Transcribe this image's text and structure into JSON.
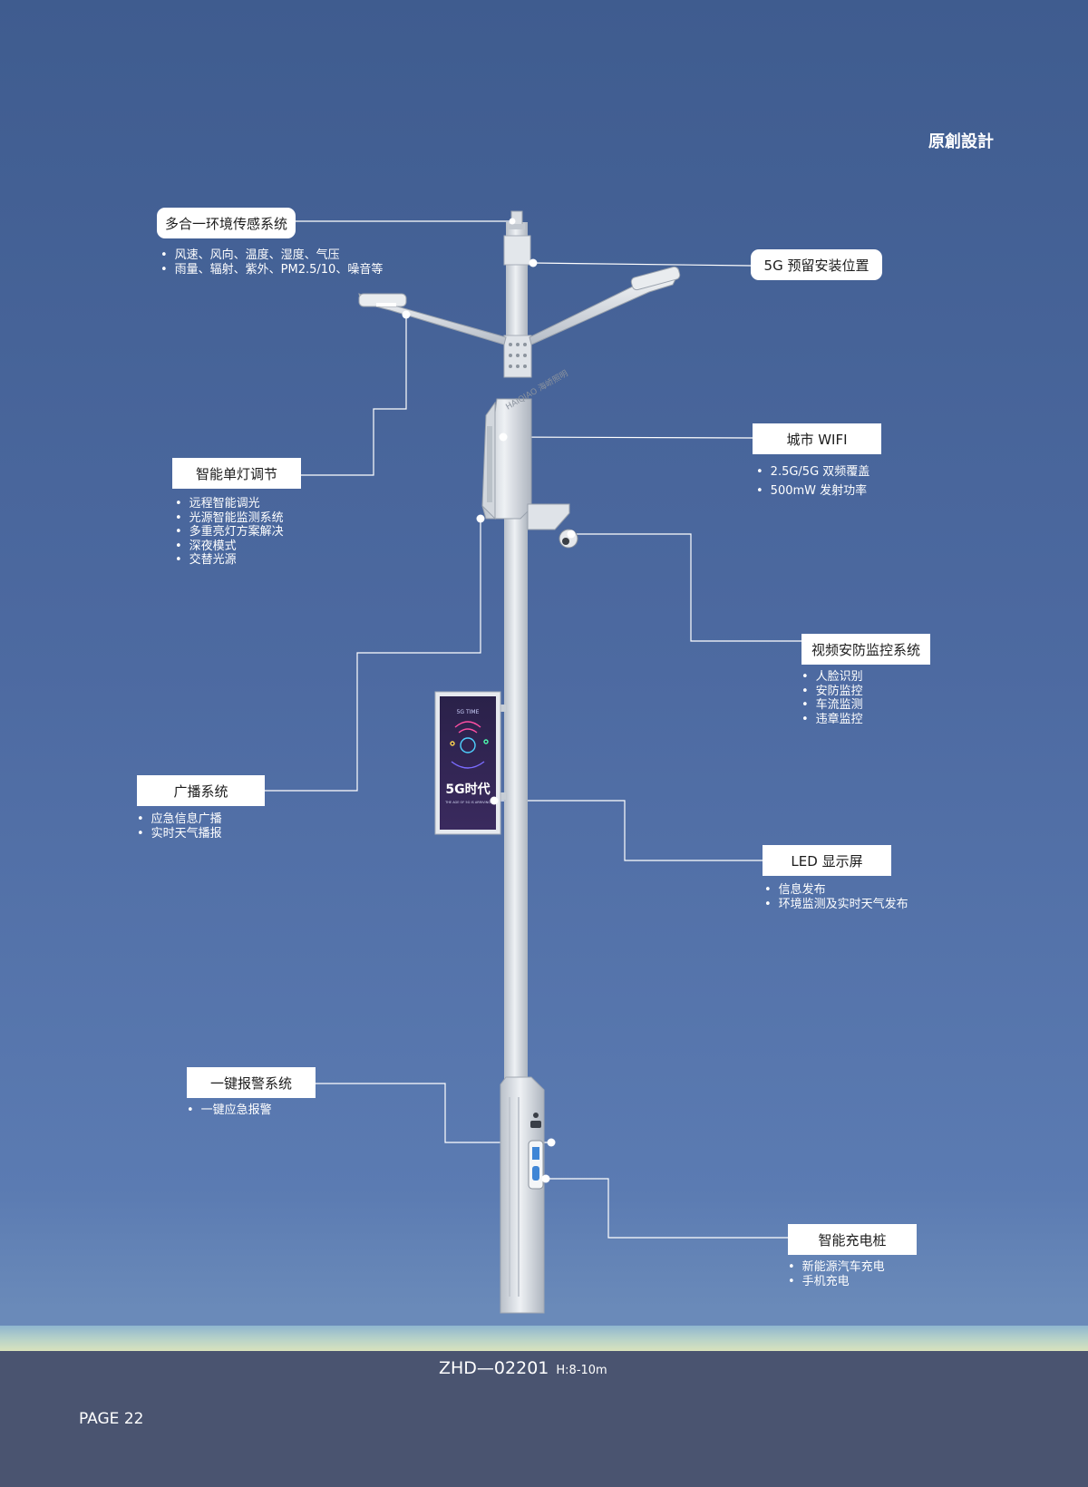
{
  "header": {
    "corner_label": "原創設計"
  },
  "callouts": {
    "env_sensor": {
      "title": "多合一环境传感系统",
      "items": [
        "风速、风向、温度、湿度、气压",
        "雨量、辐射、紫外、PM2.5/10、噪音等"
      ]
    },
    "reserve_5g": {
      "title": "5G 预留安装位置"
    },
    "smart_lamp": {
      "title": "智能单灯调节",
      "items": [
        "远程智能调光",
        "光源智能监测系统",
        "多重亮灯方案解决",
        "深夜模式",
        "交替光源"
      ]
    },
    "city_wifi": {
      "title": "城市 WIFI",
      "items": [
        "2.5G/5G 双频覆盖",
        "500mW 发射功率"
      ]
    },
    "video_security": {
      "title": "视频安防监控系统",
      "items": [
        "人脸识别",
        "安防监控",
        "车流监测",
        "违章监控"
      ]
    },
    "broadcast": {
      "title": "广播系统",
      "items": [
        "应急信息广播",
        "实时天气播报"
      ]
    },
    "led_screen": {
      "title": "LED 显示屏",
      "items": [
        "信息发布",
        "环境监测及实时天气发布"
      ]
    },
    "alarm": {
      "title": "一键报警系统",
      "items": [
        "一键应急报警"
      ]
    },
    "charging": {
      "title": "智能充电桩",
      "items": [
        "新能源汽车充电",
        "手机充电"
      ]
    }
  },
  "pole": {
    "brand_mark": "HAIQIAO 海峤照明",
    "screen": {
      "top_text": "5G TIME",
      "headline": "5G时代",
      "subline": "THE AGE OF 5G IS ARRIVING"
    }
  },
  "footer": {
    "model": "ZHD—02201",
    "height_spec": "H:8-10m",
    "page": "PAGE 22"
  }
}
